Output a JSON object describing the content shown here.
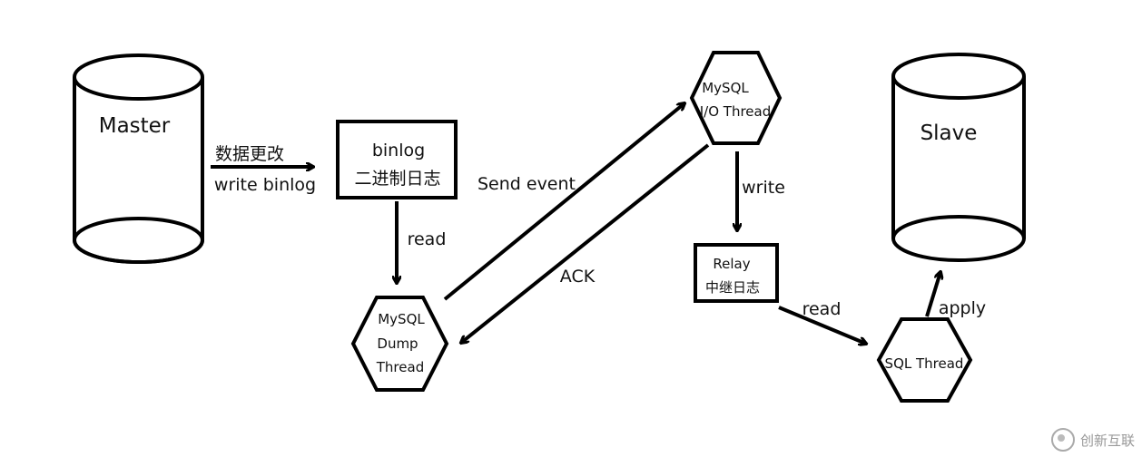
{
  "nodes": {
    "master": "Master",
    "slave": "Slave",
    "binlog": {
      "line1": "binlog",
      "line2": "二进制日志"
    },
    "dump_thread": {
      "line1": "MySQL",
      "line2": "Dump",
      "line3": "Thread"
    },
    "io_thread": {
      "line1": "MySQL",
      "line2": "I/O Thread"
    },
    "relay": {
      "line1": "Relay",
      "line2": "中继日志"
    },
    "sql_thread": "SQL Thread"
  },
  "edges": {
    "data_change": "数据更改",
    "write_binlog": "write binlog",
    "read_binlog": "read",
    "send_event": "Send event",
    "ack": "ACK",
    "write_relay": "write",
    "read_relay": "read",
    "apply": "apply"
  },
  "watermark": "创新互联"
}
